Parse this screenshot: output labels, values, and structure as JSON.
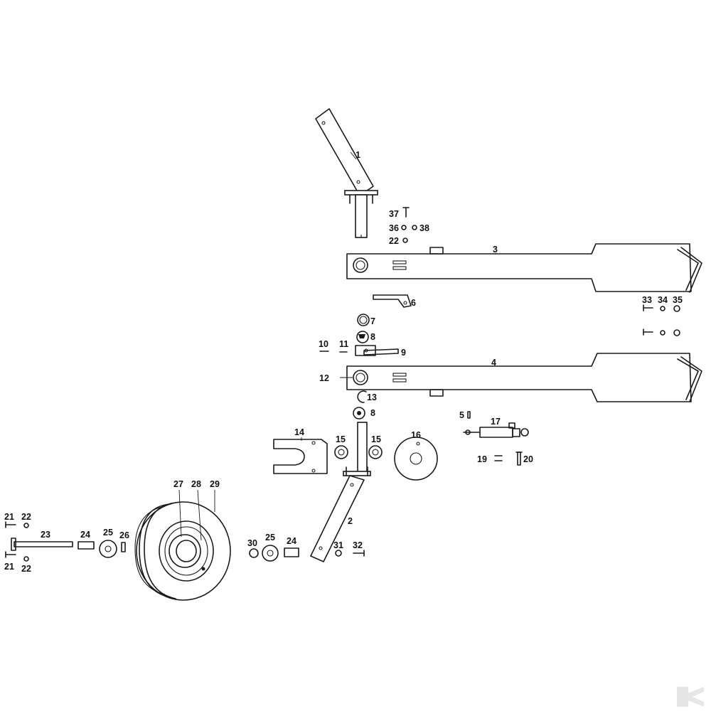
{
  "diagram": {
    "labels": {
      "p1": "1",
      "p2": "2",
      "p3": "3",
      "p4": "4",
      "p5": "5",
      "p6": "6",
      "p7": "7",
      "p8a": "8",
      "p8b": "8",
      "p9": "9",
      "p10": "10",
      "p11": "11",
      "p12": "12",
      "p13": "13",
      "p14": "14",
      "p15a": "15",
      "p15b": "15",
      "p16": "16",
      "p17": "17",
      "p19": "19",
      "p20": "20",
      "p21a": "21",
      "p21b": "21",
      "p22a": "22",
      "p22b": "22",
      "p22c": "22",
      "p23": "23",
      "p24a": "24",
      "p24b": "24",
      "p25a": "25",
      "p25b": "25",
      "p26": "26",
      "p27": "27",
      "p28": "28",
      "p29": "29",
      "p30": "30",
      "p31": "31",
      "p32": "32",
      "p33": "33",
      "p34": "34",
      "p35": "35",
      "p36": "36",
      "p37": "37",
      "p38": "38"
    },
    "colors": {
      "ink": "#1a1a1a",
      "background": "#ffffff",
      "logo": "#e6e6e6"
    },
    "logo_icon": "logo-mark"
  }
}
